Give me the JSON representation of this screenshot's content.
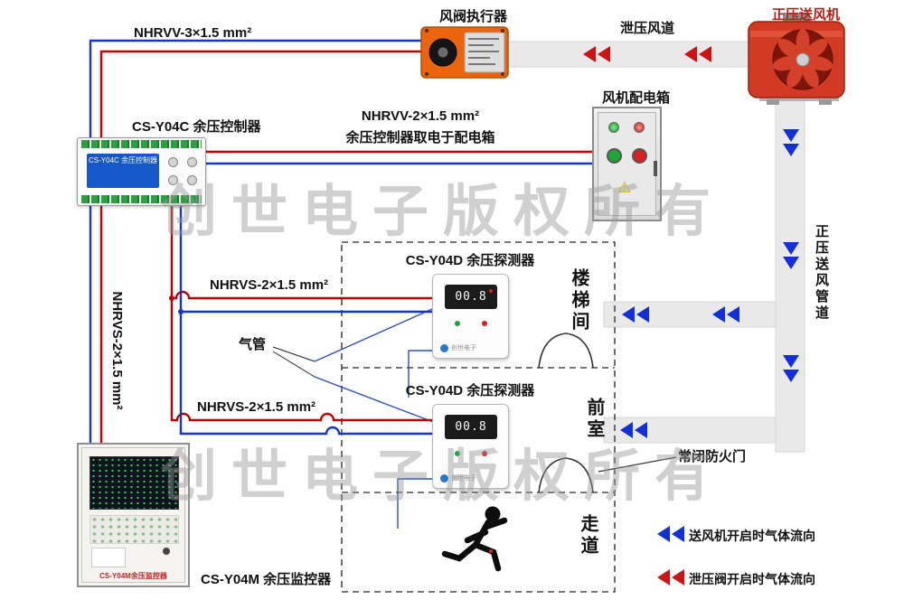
{
  "watermark": {
    "text": "创世电子版权所有"
  },
  "fan": {
    "label": "正压送风机"
  },
  "actuator": {
    "label": "风阀执行器"
  },
  "relief_duct": {
    "label": "泄压风道"
  },
  "supply_duct": {
    "label": "正压送风管道"
  },
  "power_box": {
    "label": "风机配电箱"
  },
  "controller": {
    "label": "CS-Y04C 余压控制器",
    "screen_text": "CS-Y04C 余压控制器"
  },
  "monitor": {
    "label": "CS-Y04M 余压监控器",
    "panel_text": "CS-Y04M余压监控器"
  },
  "detectors": {
    "d1": {
      "label": "CS-Y04D 余压探测器",
      "reading": "00.8",
      "brand": "创世电子"
    },
    "d2": {
      "label": "CS-Y04D 余压探测器",
      "reading": "00.8",
      "brand": "创世电子"
    }
  },
  "wires": {
    "top": "NHRVV-3×1.5 mm²",
    "power_line1": "NHRVV-2×1.5 mm²",
    "power_note": "余压控制器取电于配电箱",
    "det1": "NHRVS-2×1.5 mm²",
    "det2": "NHRVS-2×1.5 mm²",
    "monitor_wire": "NHRVS-2×1.5 mm²",
    "air_tube": "气管"
  },
  "rooms": {
    "stairwell": "楼梯间",
    "anteroom": "前室",
    "corridor": "走道",
    "fire_door": "常闭防火门"
  },
  "legend": {
    "supply": "送风机开启时气体流向",
    "relief": "泄压阀开启时气体流向"
  },
  "colors": {
    "wire_red": "#c00000",
    "wire_blue": "#1536c8",
    "arrow_blue": "#1230d9",
    "arrow_red": "#cc1414",
    "duct_gray": "#e9e9e9",
    "fan_red": "#d23a24",
    "actuator_orange": "#ea650d"
  }
}
